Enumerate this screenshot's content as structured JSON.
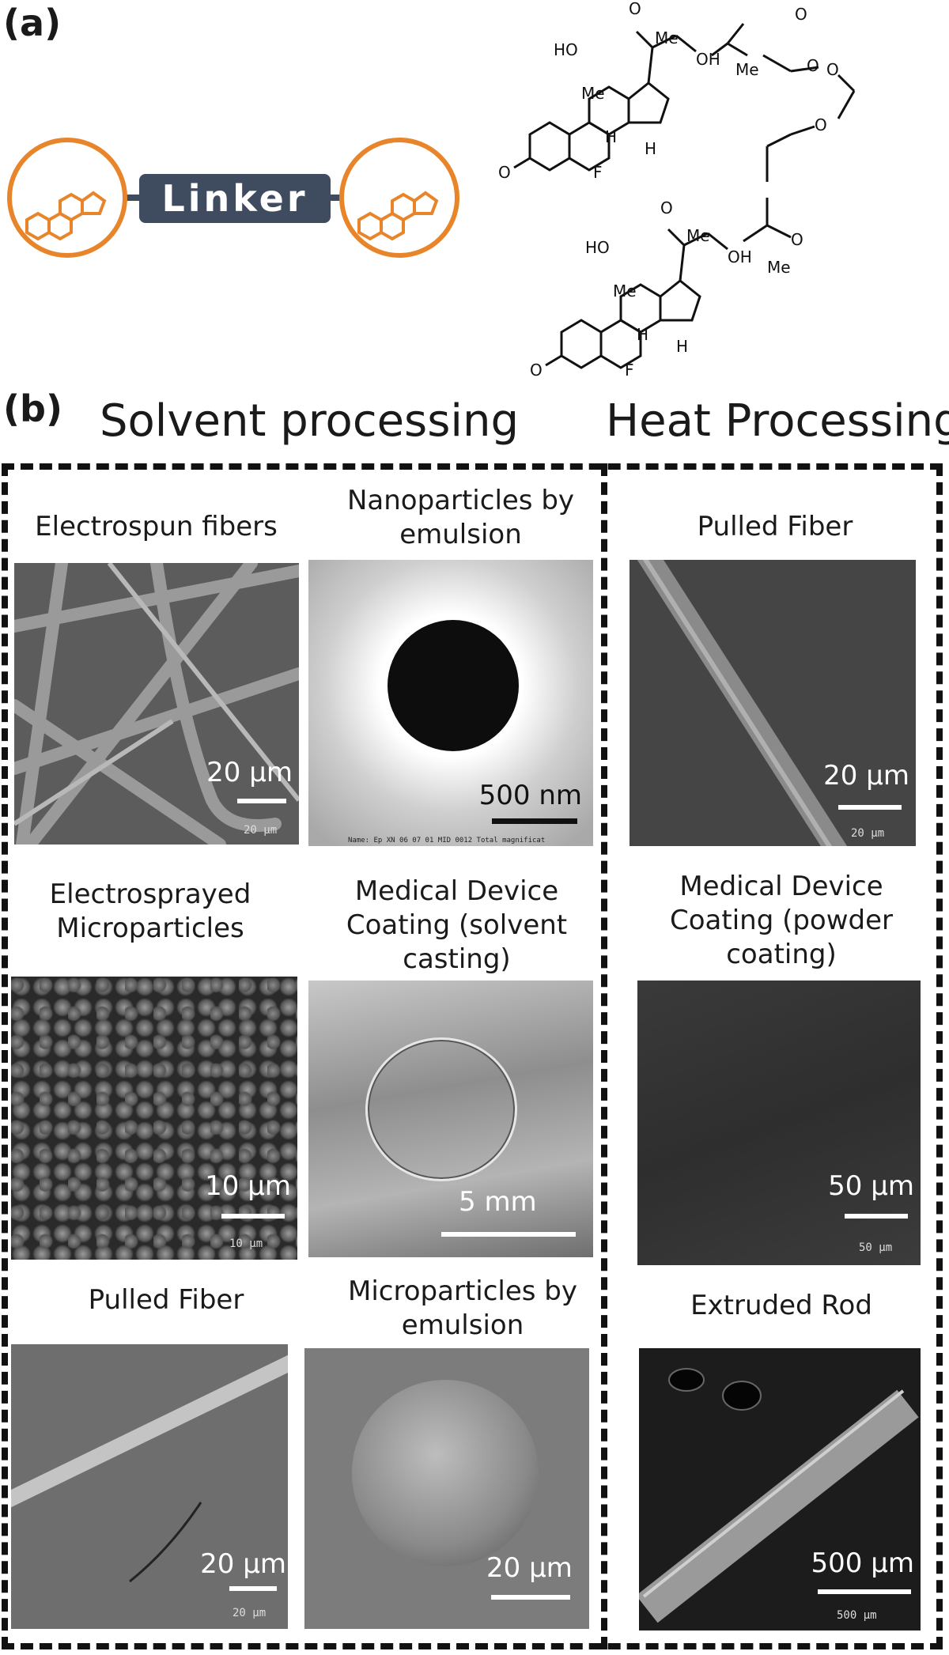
{
  "panel_a": {
    "label": "(a)",
    "linker_label": "Linker"
  },
  "chem": {
    "HO": "HO",
    "OH": "OH",
    "Me": "Me",
    "H": "H",
    "F": "F",
    "O": "O"
  },
  "panel_b": {
    "label": "(b)",
    "solvent_title": "Solvent processing",
    "heat_title": "Heat Processing",
    "items": [
      {
        "caption": "Electrospun fibers",
        "scale": "20 μm",
        "tag": "20 μm"
      },
      {
        "caption": "Nanoparticles by emulsion",
        "scale": "500 nm",
        "tag": "Name: Ep XN 06 07 01 MID 0012        Total magnificat"
      },
      {
        "caption": "Pulled Fiber",
        "scale": "20 μm",
        "tag": "20 μm"
      },
      {
        "caption": "Electrosprayed Microparticles",
        "scale": "10 μm",
        "tag": "10 μm"
      },
      {
        "caption": "Medical Device Coating (solvent casting)",
        "scale": "5 mm"
      },
      {
        "caption": "Medical Device Coating (powder coating)",
        "scale": "50 μm",
        "tag": "50 μm"
      },
      {
        "caption": "Pulled Fiber",
        "scale": "20 μm",
        "tag": "20 μm"
      },
      {
        "caption": "Microparticles by emulsion",
        "scale": "20 μm"
      },
      {
        "caption": "Extruded Rod",
        "scale": "500 μm",
        "tag": "500 μm"
      }
    ]
  },
  "colors": {
    "orange": "#e8852a",
    "linker": "#3f4b5e"
  }
}
